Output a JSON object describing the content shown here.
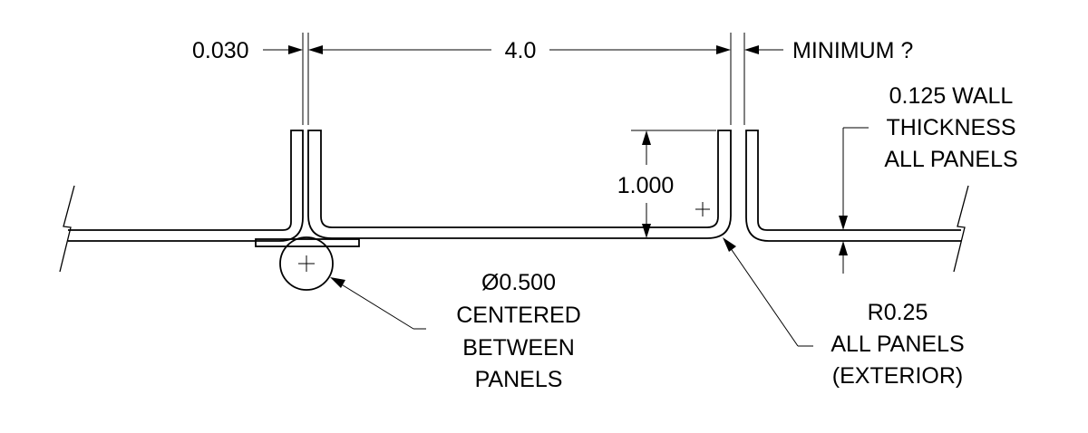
{
  "dims": {
    "gap": "0.030",
    "width": "4.0",
    "minimum": "MINIMUM ?",
    "height": "1.000"
  },
  "notes": {
    "wall": [
      "0.125 WALL",
      "THICKNESS",
      "ALL PANELS"
    ],
    "rod": [
      "Ø0.500",
      "CENTERED",
      "BETWEEN",
      "PANELS"
    ],
    "radius": [
      "R0.25",
      "ALL PANELS",
      "(EXTERIOR)"
    ]
  },
  "colors": {
    "panel_fill": "#c0c0c0",
    "line": "#000000"
  }
}
